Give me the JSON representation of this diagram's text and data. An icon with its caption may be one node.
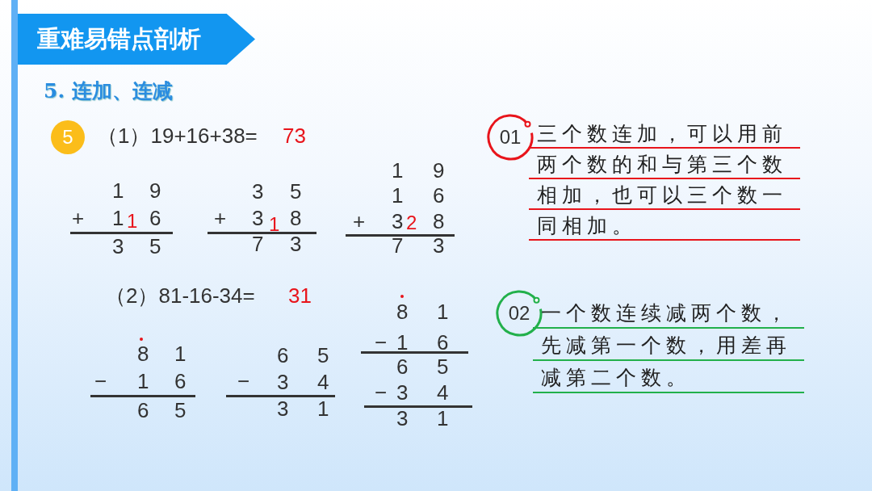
{
  "diagram": {
    "title": "5. 连加、连减",
    "nodes": [
      {
        "text": [
          "重难易错点剖析"
        ]
      },
      {
        "text": [
          "5"
        ]
      },
      {
        "text": [
          "01"
        ]
      },
      {
        "text": [
          "02"
        ]
      }
    ],
    "labels": [
      "（1）19+16+38=",
      "73",
      "1 9",
      "+",
      "1 6",
      "1",
      "3 5",
      "3 5",
      "+",
      "3 8",
      "1",
      "7 3",
      "1 9",
      "1 6",
      "+",
      "3 8",
      "2",
      "7 3",
      "（2）81-16-34=",
      "31",
      "8 1",
      "−",
      "1 6",
      "6 5",
      "6 5",
      "−",
      "3 4",
      "3 1",
      "8 1",
      "−",
      "1 6",
      "6 5",
      "−",
      "3 4",
      "3 1",
      "三个数连加，可以用前两个数的和与第三个数相加，也可以三个数一同相加。",
      "一个数连续减两个数，先减第一个数，用差再减第二个数。"
    ]
  }
}
